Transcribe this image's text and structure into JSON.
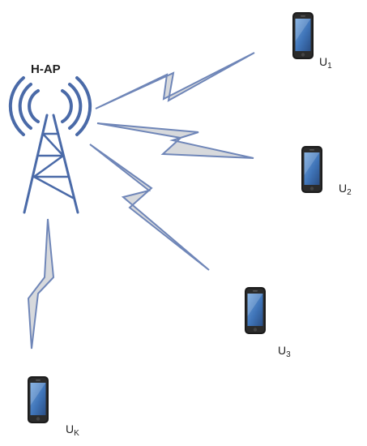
{
  "access_point": {
    "label": "H-AP",
    "icon": "antenna-tower-icon",
    "color": "#4a6aa8"
  },
  "users": [
    {
      "name": "U",
      "subscript": "1",
      "icon": "smartphone-icon"
    },
    {
      "name": "U",
      "subscript": "2",
      "icon": "smartphone-icon"
    },
    {
      "name": "U",
      "subscript": "3",
      "icon": "smartphone-icon"
    },
    {
      "name": "U",
      "subscript": "K",
      "icon": "smartphone-icon"
    }
  ],
  "links": [
    {
      "from": "H-AP",
      "to": "U1",
      "icon": "lightning-bolt-icon"
    },
    {
      "from": "H-AP",
      "to": "U2",
      "icon": "lightning-bolt-icon"
    },
    {
      "from": "H-AP",
      "to": "U3",
      "icon": "lightning-bolt-icon"
    },
    {
      "from": "H-AP",
      "to": "UK",
      "icon": "lightning-bolt-icon"
    }
  ],
  "colors": {
    "link_fill": "#d7d9dc",
    "link_stroke": "#6f86b8",
    "phone_body": "#1c1c1c",
    "phone_screen": "#3f74b8"
  }
}
